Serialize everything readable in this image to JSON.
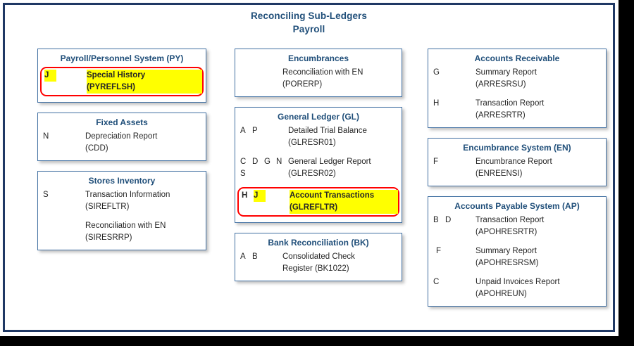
{
  "title": {
    "line1": "Reconciling Sub-Ledgers",
    "line2": "Payroll"
  },
  "colors": {
    "frame_border": "#1F3864",
    "box_border": "#4472A4",
    "heading_text": "#1F4E79",
    "body_text": "#262626",
    "highlight": "#FFFF00",
    "flag_border": "#FF0000",
    "canvas": "#FFFFFF"
  },
  "columns": [
    {
      "id": "left",
      "boxes": [
        {
          "title": "Payroll/Personnel System (PY)",
          "code_slots": 3,
          "rows": [
            {
              "codes": [
                "J"
              ],
              "highlight_codes": [
                "J"
              ],
              "label_line1": "Special History",
              "label_line2": "(PYREFLSH)",
              "flagged": true
            }
          ]
        },
        {
          "title": "Fixed Assets",
          "code_slots": 3,
          "rows": [
            {
              "codes": [
                "N"
              ],
              "highlight_codes": [],
              "label_line1": "Depreciation Report",
              "label_line2": "(CDD)",
              "flagged": false
            }
          ]
        },
        {
          "title": "Stores Inventory",
          "code_slots": 3,
          "rows": [
            {
              "codes": [
                "S"
              ],
              "highlight_codes": [],
              "label_line1": "Transaction Information",
              "label_line2": "(SIREFLTR)",
              "flagged": false
            },
            {
              "codes": [],
              "highlight_codes": [],
              "label_line1": "Reconciliation with EN",
              "label_line2": "(SIRESRRP)",
              "flagged": false
            }
          ]
        }
      ]
    },
    {
      "id": "middle",
      "boxes": [
        {
          "title": "Encumbrances",
          "code_slots": 3,
          "rows": [
            {
              "codes": [],
              "highlight_codes": [],
              "label_line1": "Reconciliation with EN",
              "label_line2": "(PORERP)",
              "flagged": false
            }
          ]
        },
        {
          "title": "General Ledger (GL)",
          "code_slots": 4,
          "rows": [
            {
              "codes": [
                "A",
                "P"
              ],
              "highlight_codes": [],
              "label_line1": "Detailed Trial Balance",
              "label_line2": "(GLRESR01)",
              "flagged": false
            },
            {
              "codes": [
                "C",
                "D",
                "G",
                "N",
                "S"
              ],
              "highlight_codes": [],
              "label_line1": "General Ledger Report",
              "label_line2": "(GLRESR02)",
              "flagged": false
            },
            {
              "codes": [
                "H",
                "J"
              ],
              "highlight_codes": [
                "J"
              ],
              "label_line1": "Account Transactions",
              "label_line2": "(GLREFLTR)",
              "flagged": true
            }
          ]
        },
        {
          "title": "Bank Reconciliation (BK)",
          "code_slots": 3,
          "rows": [
            {
              "codes": [
                "A",
                "B"
              ],
              "highlight_codes": [],
              "label_line1": "Consolidated Check",
              "label_line2": "Register (BK1022)",
              "flagged": false
            }
          ]
        }
      ]
    },
    {
      "id": "right",
      "boxes": [
        {
          "title": "Accounts Receivable",
          "code_slots": 3,
          "rows": [
            {
              "codes": [
                "G"
              ],
              "highlight_codes": [],
              "label_line1": "Summary Report",
              "label_line2": "(ARRESRSU)",
              "flagged": false
            },
            {
              "codes": [
                "H"
              ],
              "highlight_codes": [],
              "label_line1": "Transaction Report",
              "label_line2": "(ARRESRTR)",
              "flagged": false
            }
          ]
        },
        {
          "title": "Encumbrance System (EN)",
          "code_slots": 3,
          "rows": [
            {
              "codes": [
                "F"
              ],
              "highlight_codes": [],
              "label_line1": "Encumbrance Report",
              "label_line2": "(ENREENSI)",
              "flagged": false
            }
          ]
        },
        {
          "title": "Accounts Payable System (AP)",
          "code_slots": 3,
          "rows": [
            {
              "codes": [
                "B",
                "D"
              ],
              "highlight_codes": [],
              "label_line1": "Transaction Report",
              "label_line2": "(APOHRESRTR)",
              "flagged": false
            },
            {
              "codes": [
                "F"
              ],
              "highlight_codes": [],
              "indent": true,
              "label_line1": "Summary Report",
              "label_line2": "(APOHRESRSM)",
              "flagged": false
            },
            {
              "codes": [
                "C"
              ],
              "highlight_codes": [],
              "label_line1": "Unpaid Invoices Report",
              "label_line2": "(APOHREUN)",
              "flagged": false
            }
          ]
        }
      ]
    }
  ]
}
